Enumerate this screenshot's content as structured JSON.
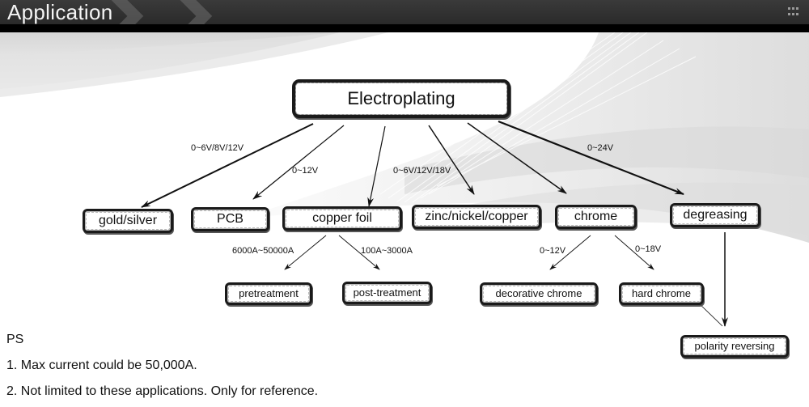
{
  "header": {
    "title": "Application",
    "menu_icon": "grid-icon"
  },
  "diagram": {
    "root": "Electroplating",
    "level1": [
      {
        "label": "gold/silver",
        "voltage": "0~6V/8V/12V"
      },
      {
        "label": "PCB",
        "voltage": "0~12V"
      },
      {
        "label": "copper foil",
        "voltage": ""
      },
      {
        "label": "zinc/nickel/copper",
        "voltage": "0~6V/12V/18V"
      },
      {
        "label": "chrome",
        "voltage": ""
      },
      {
        "label": "degreasing",
        "voltage": "0~24V"
      }
    ],
    "copper_foil_children": [
      {
        "label": "pretreatment",
        "current": "6000A~50000A"
      },
      {
        "label": "post-treatment",
        "current": "100A~3000A"
      }
    ],
    "chrome_children": [
      {
        "label": "decorative chrome",
        "voltage": "0~12V"
      },
      {
        "label": "hard chrome",
        "voltage": "0~18V"
      }
    ],
    "degreasing_child": {
      "label": "polarity reversing"
    }
  },
  "notes": {
    "heading": "PS",
    "items": [
      "1. Max current could be 50,000A.",
      "2. Not limited to these applications. Only for reference."
    ]
  }
}
